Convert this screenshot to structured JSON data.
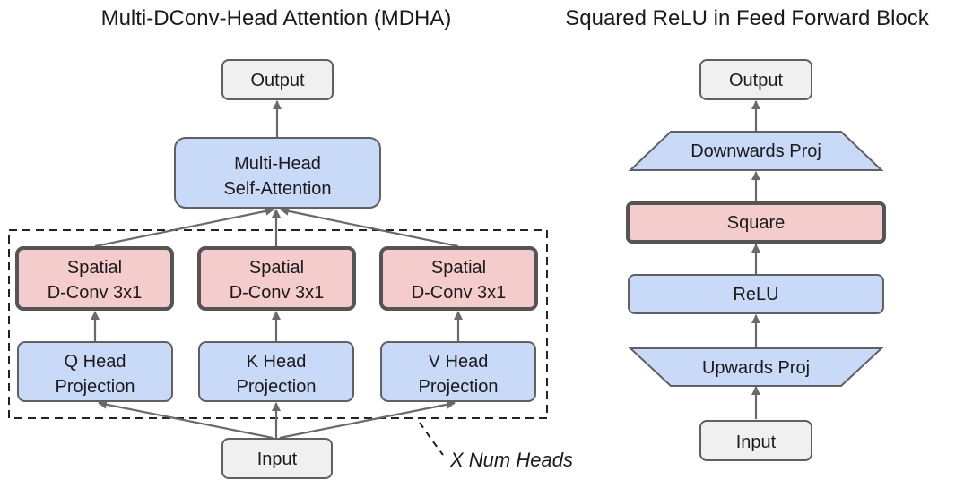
{
  "left": {
    "title": "Multi-DConv-Head Attention (MDHA)",
    "output": "Output",
    "attention": [
      "Multi-Head",
      "Self-Attention"
    ],
    "dconv": [
      "Spatial",
      "D-Conv 3x1"
    ],
    "q_proj": [
      "Q Head",
      "Projection"
    ],
    "k_proj": [
      "K Head",
      "Projection"
    ],
    "v_proj": [
      "V Head",
      "Projection"
    ],
    "input": "Input",
    "heads_note": "X Num Heads"
  },
  "right": {
    "title": "Squared ReLU in Feed Forward Block",
    "output": "Output",
    "down_proj": "Downwards Proj",
    "square": "Square",
    "relu": "ReLU",
    "up_proj": "Upwards Proj",
    "input": "Input"
  },
  "colors": {
    "io_fill": "#f0f0f0",
    "blue_fill": "#c9daf8",
    "red_fill": "#f4cccc",
    "stroke": "#606060"
  }
}
